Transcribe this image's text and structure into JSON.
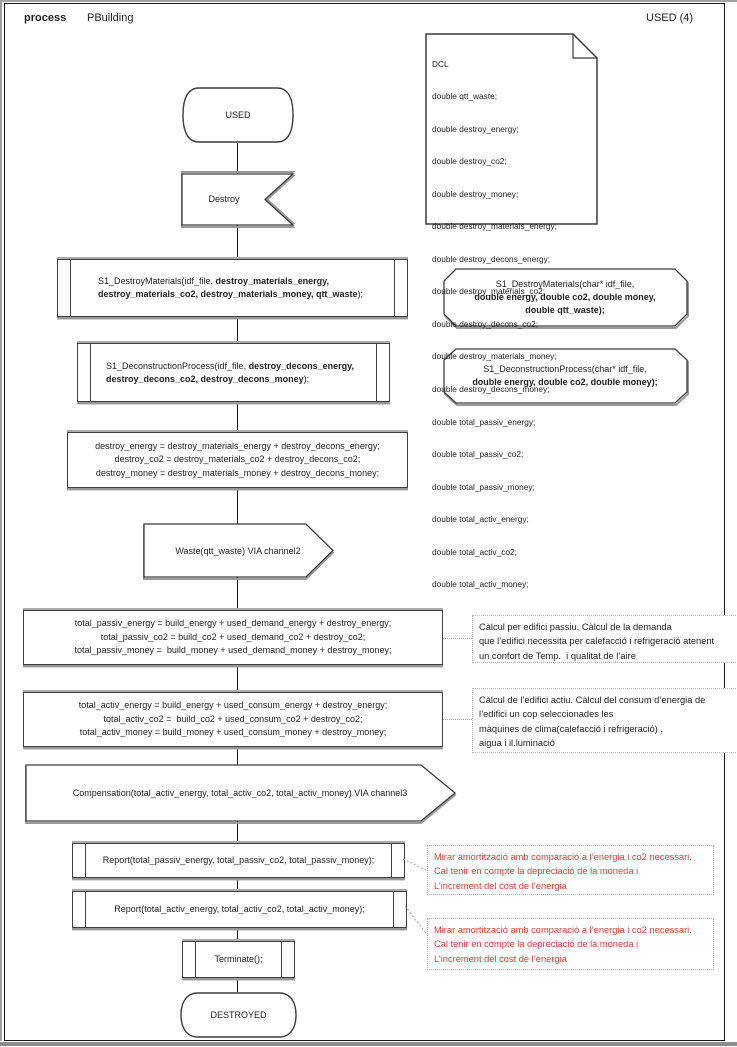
{
  "header": {
    "kind_label": "process",
    "process_name": "PBuilding",
    "page_label": "USED (4)"
  },
  "colors": {
    "text": "#1f1f1f",
    "red_comment": "#e23d33",
    "shape_border": "#404040",
    "shadow_gray": "#979797"
  },
  "dcl_note": {
    "lines": [
      "DCL",
      "double qtt_waste;",
      "double destroy_energy;",
      "double destroy_co2;",
      "double destroy_money;",
      "double destroy_materials_energy;",
      "double destroy_decons_energy;",
      "double destroy_materials_co2;",
      "double destroy_decons_co2;",
      "double destroy_materials_money;",
      "double destroy_decons_money;",
      "double total_passiv_energy;",
      "double total_passiv_co2;",
      "double total_passiv_money;",
      "double total_activ_energy;",
      "double total_activ_co2;",
      "double total_activ_money;"
    ]
  },
  "flow": {
    "used_state": "USED",
    "destroy_input": "Destroy",
    "call_destroy_materials": {
      "l1n": "S1_DestroyMaterials(idf_file, ",
      "l1b": "destroy_materials_energy,",
      "l2b": "destroy_materials_co2, destroy_materials_money, qtt_waste",
      "l2n": ");"
    },
    "call_deconstruction": {
      "l1n": "S1_DeconstructionProcess(idf_file, ",
      "l1b": "destroy_decons_energy,",
      "l2b": "destroy_decons_co2, destroy_decons_money",
      "l2n": ");"
    },
    "task_destroy_totals": {
      "lines": [
        "destroy_energy = destroy_materials_energy + destroy_decons_energy;",
        "destroy_co2 = destroy_materials_co2 + destroy_decons_co2;",
        "destroy_money = destroy_materials_money + destroy_decons_money;"
      ]
    },
    "output_waste": "Waste(qtt_waste) VIA channel2",
    "task_passiv": {
      "lines": [
        "total_passiv_energy = build_energy + used_demand_energy + destroy_energy;",
        "total_passiv_co2 = build_co2 + used_demand_co2 + destroy_co2;",
        "total_passiv_money =  build_money + used_demand_money + destroy_money;"
      ]
    },
    "task_activ": {
      "lines": [
        "total_activ_energy = build_energy + used_consum_energy + destroy_energy;",
        "total_activ_co2 =  build_co2 + used_consum_co2 + destroy_co2;",
        "total_activ_money = build_money + used_consum_money + destroy_money;"
      ]
    },
    "output_compensation": "Compensation(total_activ_energy, total_activ_co2, total_activ_money) VIA channel3",
    "call_report_passiv": "Report(total_passiv_energy, total_passiv_co2, total_passiv_money);",
    "call_report_activ": "Report(total_activ_energy, total_activ_co2, total_activ_money);",
    "call_terminate": "Terminate();",
    "destroyed_state": "DESTROYED"
  },
  "declarations": {
    "destroy_materials": {
      "l1": "S1_DestroyMaterials(char* idf_file,",
      "l2": "double energy, double co2, double money,",
      "l3": "double qtt_waste);"
    },
    "deconstruction": {
      "l1": "S1_DeconstructionProcess(char* idf_file,",
      "l2": "double energy, double co2, double money);"
    }
  },
  "comments": {
    "passiv": {
      "lines": [
        "Càlcul per edifici passiu. Càlcul de la demanda",
        "que l’edifici necessita per calefacció i refrigeració atenent",
        "un confort de Temp.  i qualitat de l’aire"
      ]
    },
    "activ": {
      "lines": [
        "Càlcul de l’edifici actiu. Càlcul del consum d’energia de",
        "l’edifici un cop seleccionades les",
        "màquines de clima(calefacció i refrigeració) ,",
        "aigua i il.luminació"
      ]
    },
    "report_passiv": {
      "lines": [
        "Mirar amortització amb comparació a l’energia i co2 necessari.",
        "Cal tenir en compte la depreciació de la moneda i",
        "L’increment del cost de l’energia"
      ]
    },
    "report_activ": {
      "lines": [
        "Mirar amortització amb comparació a l’energia i co2 necessari.",
        "Cal tenir en compte la depreciació de la moneda i",
        "L’increment del cost de l’energia"
      ]
    }
  }
}
